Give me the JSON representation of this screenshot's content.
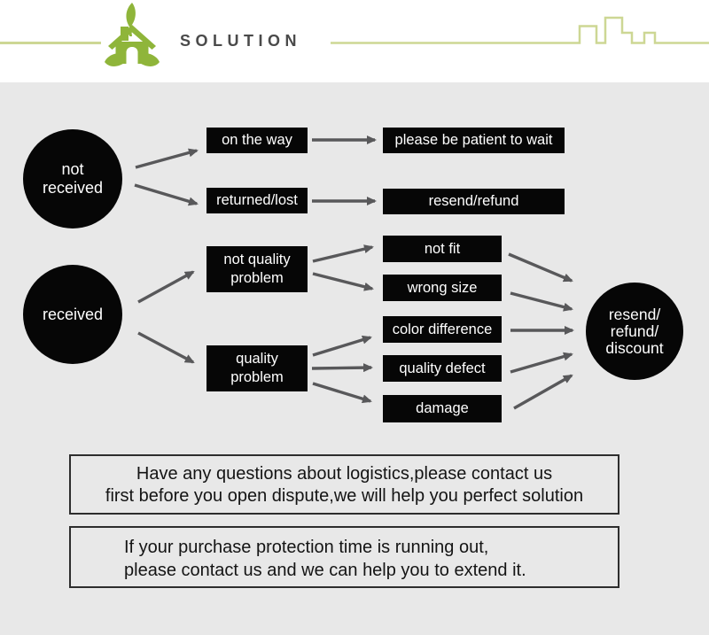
{
  "header": {
    "title": "SOLUTION"
  },
  "colors": {
    "accent-green": "#8fb53a",
    "line-green": "#cdd794",
    "bg-gray": "#e8e8e8",
    "node-black": "#060606",
    "arrow-gray": "#58585a",
    "title-gray": "#4a4a4a",
    "note-border": "#2d2d2d",
    "note-text": "#141414"
  },
  "flowchart": {
    "nodes": {
      "not_received": {
        "line1": "not",
        "line2": "received"
      },
      "received": {
        "label": "received"
      },
      "on_the_way": {
        "label": "on the way"
      },
      "returned_lost": {
        "label": "returned/lost"
      },
      "please_wait": {
        "label": "please be patient to wait"
      },
      "resend_refund": {
        "label": "resend/refund"
      },
      "not_quality_problem": {
        "line1": "not quality",
        "line2": "problem"
      },
      "quality_problem": {
        "line1": "quality",
        "line2": "problem"
      },
      "not_fit": {
        "label": "not fit"
      },
      "wrong_size": {
        "label": "wrong size"
      },
      "color_difference": {
        "label": "color difference"
      },
      "quality_defect": {
        "label": "quality defect"
      },
      "damage": {
        "label": "damage"
      },
      "resend_refund_discount": {
        "line1": "resend/",
        "line2": "refund/",
        "line3": "discount"
      }
    },
    "edges": [
      {
        "from": "not_received",
        "to": "on_the_way"
      },
      {
        "from": "not_received",
        "to": "returned_lost"
      },
      {
        "from": "on_the_way",
        "to": "please_wait"
      },
      {
        "from": "returned_lost",
        "to": "resend_refund"
      },
      {
        "from": "received",
        "to": "not_quality_problem"
      },
      {
        "from": "received",
        "to": "quality_problem"
      },
      {
        "from": "not_quality_problem",
        "to": "not_fit"
      },
      {
        "from": "not_quality_problem",
        "to": "wrong_size"
      },
      {
        "from": "quality_problem",
        "to": "color_difference"
      },
      {
        "from": "quality_problem",
        "to": "quality_defect"
      },
      {
        "from": "quality_problem",
        "to": "damage"
      },
      {
        "from": "not_fit",
        "to": "resend_refund_discount"
      },
      {
        "from": "wrong_size",
        "to": "resend_refund_discount"
      },
      {
        "from": "color_difference",
        "to": "resend_refund_discount"
      },
      {
        "from": "quality_defect",
        "to": "resend_refund_discount"
      },
      {
        "from": "damage",
        "to": "resend_refund_discount"
      }
    ]
  },
  "notes": {
    "logistics": {
      "line1": "Have any questions about logistics,please contact us",
      "line2": "first before you open dispute,we will help you perfect solution"
    },
    "protection": {
      "line1": "If your purchase protection time is running out,",
      "line2": "please contact us and we can help you to extend it."
    }
  }
}
